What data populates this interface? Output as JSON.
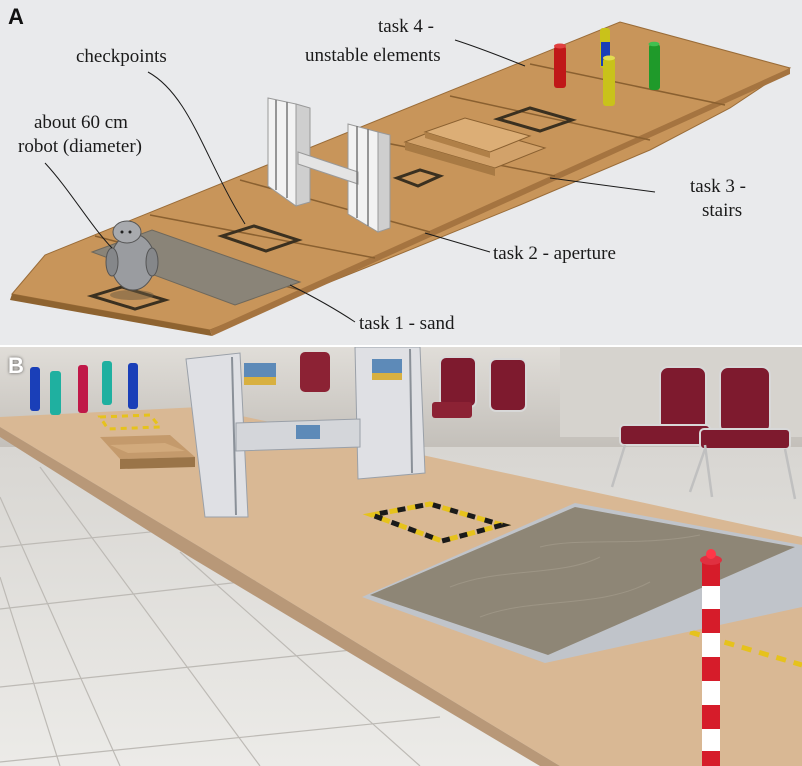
{
  "figure": {
    "panel_a": {
      "letter": "A",
      "labels": {
        "checkpoints": "checkpoints",
        "robot_line1": "about 60 cm",
        "robot_line2": "robot (diameter)",
        "task1": "task 1 - sand",
        "task2": "task 2 - aperture",
        "task3_line1": "task 3 -",
        "task3_line2": "stairs",
        "task4_line1": "task 4 -",
        "task4_line2": "unstable elements"
      }
    },
    "panel_b": {
      "letter": "B"
    }
  },
  "colors": {
    "board": "#c8955a",
    "sand": "#8a8478",
    "pillar_red": "#c01818",
    "pillar_blue": "#1a3fb8",
    "pillar_yellow": "#c9c21a",
    "pillar_green": "#1f9a2a",
    "hazard_yellow": "#e6c21c",
    "teal": "#1fb0a0"
  }
}
